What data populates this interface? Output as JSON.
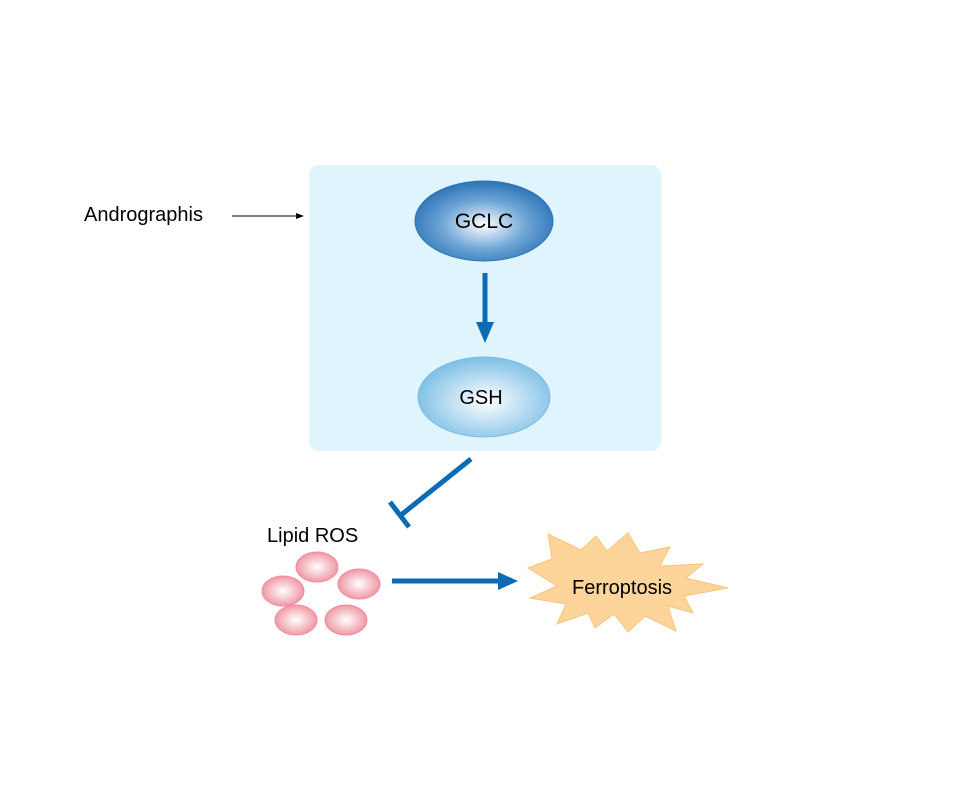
{
  "diagram": {
    "inducer": {
      "label": "Andrographis"
    },
    "box": {
      "fill": "#dff4fc"
    },
    "nodes": {
      "gclc": {
        "label": "GCLC",
        "color": "#2d74b6"
      },
      "gsh": {
        "label": "GSH",
        "color": "#7dbfe6"
      },
      "lipid_ros": {
        "label": "Lipid ROS",
        "color": "#ee8e9c",
        "particle_count": 5
      },
      "ferroptosis": {
        "label": "Ferroptosis",
        "color": "#fdd49a"
      }
    },
    "edges": [
      {
        "from": "Andrographis",
        "to": "GCLC/GSH box",
        "type": "activation"
      },
      {
        "from": "GCLC",
        "to": "GSH",
        "type": "activation"
      },
      {
        "from": "GSH",
        "to": "Lipid ROS",
        "type": "inhibition"
      },
      {
        "from": "Lipid ROS",
        "to": "Ferroptosis",
        "type": "activation"
      }
    ],
    "arrow_color": "#0b6bb5"
  }
}
